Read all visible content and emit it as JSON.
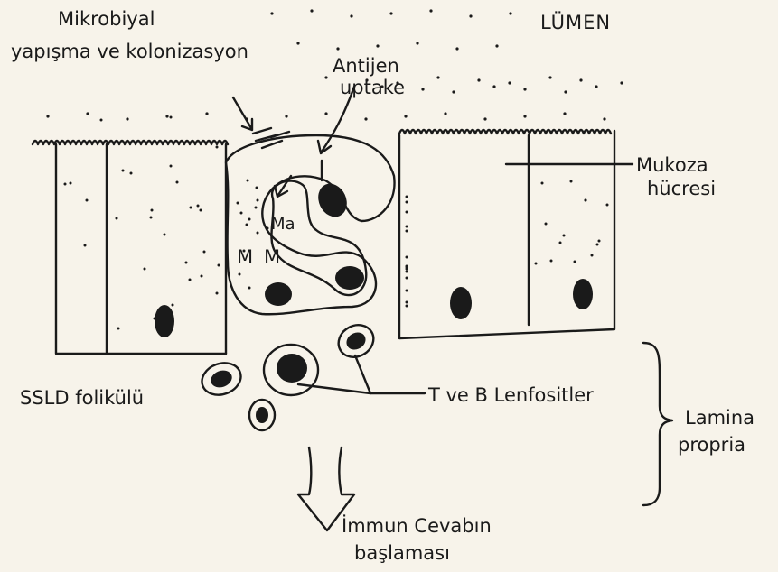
{
  "labels": {
    "microbial_line1": "Mikrobiyal",
    "microbial_line2": "yapışma ve kolonizasyon",
    "lumen": "LÜMEN",
    "antigen_line1": "Antijen",
    "antigen_line2": "uptake",
    "mucosa_line1": "Mukoza",
    "mucosa_line2": "hücresi",
    "ma": "Ma",
    "m_left": "M",
    "m_right": "M",
    "ssld": "SSLD folikülü",
    "lymphocytes": "T ve B Lenfositler",
    "lamina_line1": "Lamina",
    "lamina_line2": "propria",
    "immune_line1": "İmmun Cevabın",
    "immune_line2": "başlaması"
  },
  "colors": {
    "ink": "#1a1a1a",
    "paper": "#f7f3ea"
  }
}
